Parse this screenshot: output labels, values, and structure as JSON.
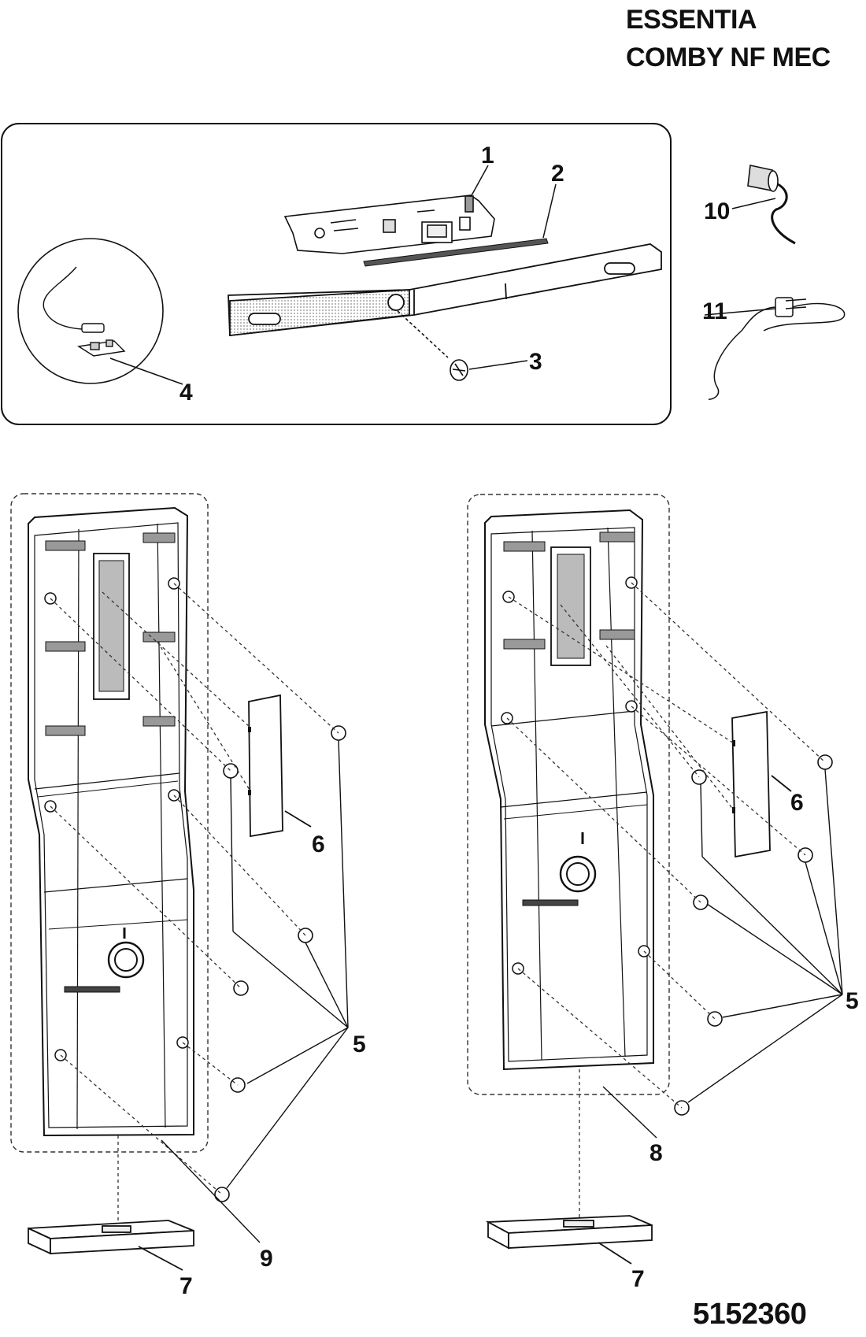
{
  "header": {
    "line1": "ESSENTIA",
    "line2": "COMBY NF MEC"
  },
  "document_number": "5152360",
  "callouts": [
    "1",
    "2",
    "3",
    "4",
    "5",
    "5",
    "6",
    "6",
    "7",
    "7",
    "8",
    "9",
    "10",
    "11"
  ],
  "parts": [
    {
      "ref": "1",
      "icon": "control-board-icon"
    },
    {
      "ref": "2",
      "icon": "gasket-strip-icon"
    },
    {
      "ref": "3",
      "icon": "screw-icon"
    },
    {
      "ref": "4",
      "icon": "door-switch-icon"
    },
    {
      "ref": "5",
      "icon": "cap-plug-icon"
    },
    {
      "ref": "6",
      "icon": "cover-plate-icon"
    },
    {
      "ref": "7",
      "icon": "base-plate-icon"
    },
    {
      "ref": "8",
      "icon": "control-panel-icon"
    },
    {
      "ref": "9",
      "icon": "control-panel-icon"
    },
    {
      "ref": "10",
      "icon": "capacitor-icon"
    },
    {
      "ref": "11",
      "icon": "power-cord-icon"
    }
  ],
  "colors": {
    "line": "#111111",
    "dash": "#333333",
    "shade": "#cfcfcf"
  }
}
